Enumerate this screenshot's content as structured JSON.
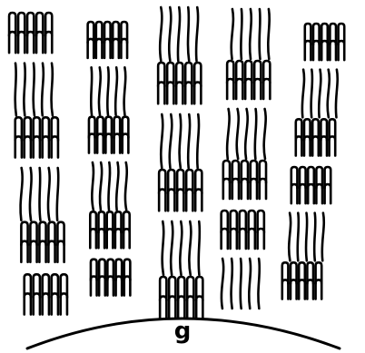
{
  "figure": {
    "label": "g",
    "ink_color": "#000000",
    "background": "#ffffff"
  },
  "columns": [
    {
      "id": "col-1",
      "bands": [
        "folded",
        "strand",
        "folded",
        "strand",
        "folded",
        "folded"
      ]
    },
    {
      "id": "col-2",
      "bands": [
        "folded",
        "strand",
        "folded",
        "strand",
        "folded",
        "folded"
      ]
    },
    {
      "id": "col-3",
      "bands": [
        "strand",
        "folded",
        "strand",
        "folded",
        "strand",
        "folded"
      ]
    },
    {
      "id": "col-4",
      "bands": [
        "strand",
        "folded",
        "strand",
        "folded",
        "folded",
        "strand"
      ]
    },
    {
      "id": "col-5",
      "bands": [
        "folded",
        "strand",
        "folded",
        "folded",
        "strand",
        "folded"
      ]
    }
  ]
}
